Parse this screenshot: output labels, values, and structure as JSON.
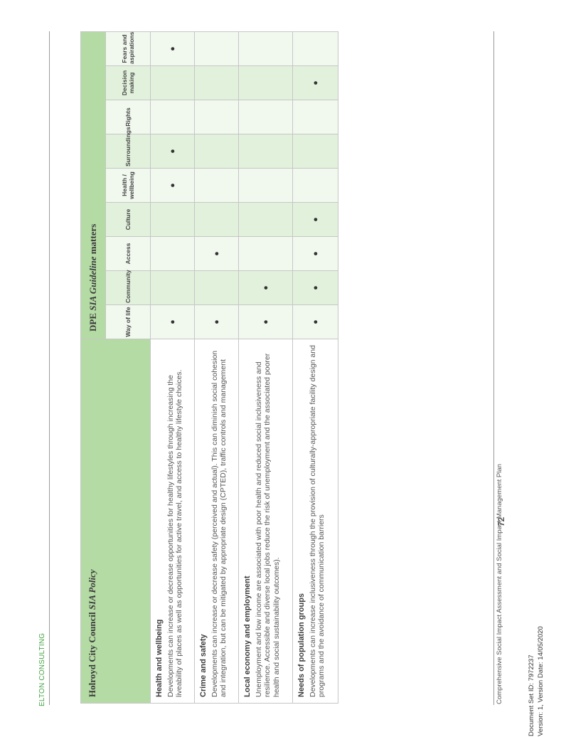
{
  "brand": "ELTON CONSULTING",
  "table": {
    "left_header_prefix": "Holroyd City Council",
    "left_header_italic": "SIA Policy",
    "right_header_prefix": "DPE",
    "right_header_italic": "SIA Guideline",
    "right_header_suffix": "matters",
    "columns": [
      "Way of life",
      "Community",
      "Access",
      "Culture",
      "Health / wellbeing",
      "Surroundings",
      "Rights",
      "Decision making",
      "Fears and aspirations"
    ],
    "rows": [
      {
        "title": "Health and wellbeing",
        "body": "Developments can increase or decrease opportunities for healthy lifestyles through increasing the liveability of places as well as opportunities for active travel, and access to healthy lifestyle choices.",
        "marks": [
          "●",
          "",
          "",
          "",
          "●",
          "●",
          "",
          "",
          "●"
        ]
      },
      {
        "title": "Crime and safety",
        "body": "Developments can increase or decrease safety (perceived and actual). This can diminish social cohesion and integration, but can be mitigated by appropriate design (CPTED), traffic controls and management",
        "marks": [
          "●",
          "",
          "●",
          "",
          "",
          "",
          "",
          "",
          ""
        ]
      },
      {
        "title": "Local economy and employment",
        "body": "Unemployment and low income are associated with poor health and reduced social inclusiveness and resilience. Accessible and diverse local jobs reduce the risk of unemployment and the associated poorer health and social sustainability outcomes).",
        "marks": [
          "●",
          "●",
          "",
          "",
          "",
          "",
          "",
          "",
          ""
        ]
      },
      {
        "title": "Needs of population groups",
        "body": "Developments can increase inclusiveness through the provision of culturally-appropriate facility design and programs and the avoidance of communication barriers",
        "marks": [
          "●",
          "●",
          "●",
          "●",
          "",
          "",
          "",
          "●",
          ""
        ]
      }
    ]
  },
  "footer": {
    "doc_title": "Comprehensive Social Impact Assessment and Social Impact Management Plan",
    "page_number": "72"
  },
  "document_set_id": "Document Set ID: 7972237",
  "version": "Version: 1, Version Date: 14/05/2020"
}
